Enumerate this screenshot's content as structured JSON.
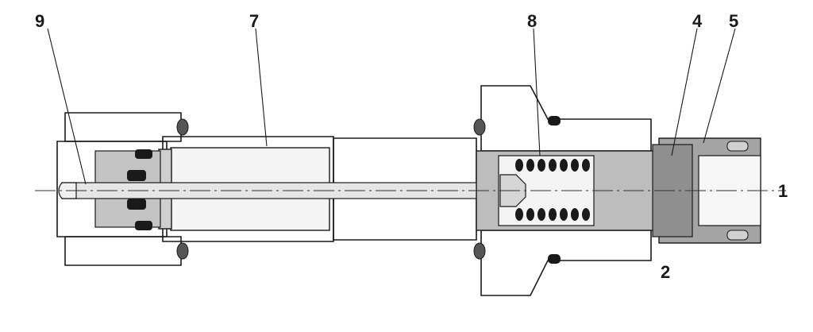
{
  "callouts": {
    "c9": "9",
    "c7": "7",
    "c8": "8",
    "c4": "4",
    "c5": "5",
    "c1": "1",
    "c2": "2"
  },
  "colors": {
    "body_gray": "#bdbdbd",
    "dark_gray": "#8a8a8a",
    "light_bore": "#f2f2f2",
    "seal_black": "#1a1a1a",
    "outline": "#1a1a1a"
  }
}
